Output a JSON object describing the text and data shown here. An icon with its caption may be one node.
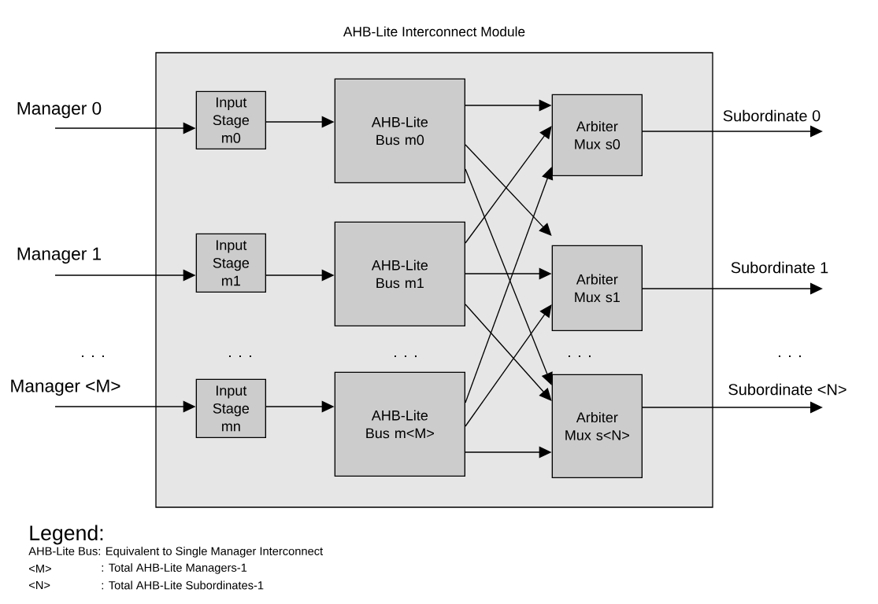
{
  "diagram": {
    "nodes": [
      {
        "text": [
          "AHB-Lite Interconnect Module"
        ]
      },
      {
        "text": [
          "Input Stage m0"
        ],
        "in": 0
      },
      {
        "text": [
          "Input Stage m1"
        ],
        "in": 0
      },
      {
        "text": [
          "Input Stage mn"
        ],
        "in": 0
      },
      {
        "text": [
          "AHB-Lite Bus m0"
        ],
        "in": 0
      },
      {
        "text": [
          "AHB-Lite Bus m1"
        ],
        "in": 0
      },
      {
        "text": [
          "AHB-Lite Bus m<M>"
        ],
        "in": 0
      },
      {
        "text": [
          "Arbiter Mux s0"
        ],
        "in": 0
      },
      {
        "text": [
          "Arbiter Mux s1"
        ],
        "in": 0
      },
      {
        "text": [
          "Arbiter Mux s<N>"
        ],
        "in": 0
      }
    ],
    "edges": [
      {
        "from": null,
        "to": 1,
        "arrow": "to",
        "label": "Manager 0"
      },
      {
        "from": null,
        "to": 2,
        "arrow": "to",
        "label": "Manager 1"
      },
      {
        "from": null,
        "to": 3,
        "arrow": "to",
        "label": "Manager <M>"
      },
      {
        "from": 1,
        "to": 4,
        "arrow": "to"
      },
      {
        "from": 2,
        "to": 5,
        "arrow": "to"
      },
      {
        "from": 3,
        "to": 6,
        "arrow": "to"
      },
      {
        "from": 4,
        "to": 7,
        "arrow": "to"
      },
      {
        "from": 4,
        "to": 8,
        "arrow": "to"
      },
      {
        "from": 4,
        "to": 9,
        "arrow": "to"
      },
      {
        "from": 5,
        "to": 7,
        "arrow": "to"
      },
      {
        "from": 5,
        "to": 8,
        "arrow": "to"
      },
      {
        "from": 5,
        "to": 9,
        "arrow": "to"
      },
      {
        "from": 6,
        "to": 7,
        "arrow": "to"
      },
      {
        "from": 6,
        "to": 8,
        "arrow": "to"
      },
      {
        "from": 6,
        "to": 9,
        "arrow": "to"
      },
      {
        "from": 7,
        "to": null,
        "arrow": "to",
        "label": "Subordinate 0"
      },
      {
        "from": 8,
        "to": null,
        "arrow": "to",
        "label": "Subordinate 1"
      },
      {
        "from": 9,
        "to": null,
        "arrow": "to",
        "label": "Subordinate <N>"
      }
    ],
    "labels": [
      ". . .",
      ". . .",
      ". . .",
      ". . .",
      ". . .",
      "Legend:",
      "AHB-Lite Bus: Equivalent to Single Manager Interconnect",
      "<M>",
      ": Total AHB-Lite Managers-1",
      "<N>",
      ": Total AHB-Lite Subordinates-1"
    ]
  }
}
